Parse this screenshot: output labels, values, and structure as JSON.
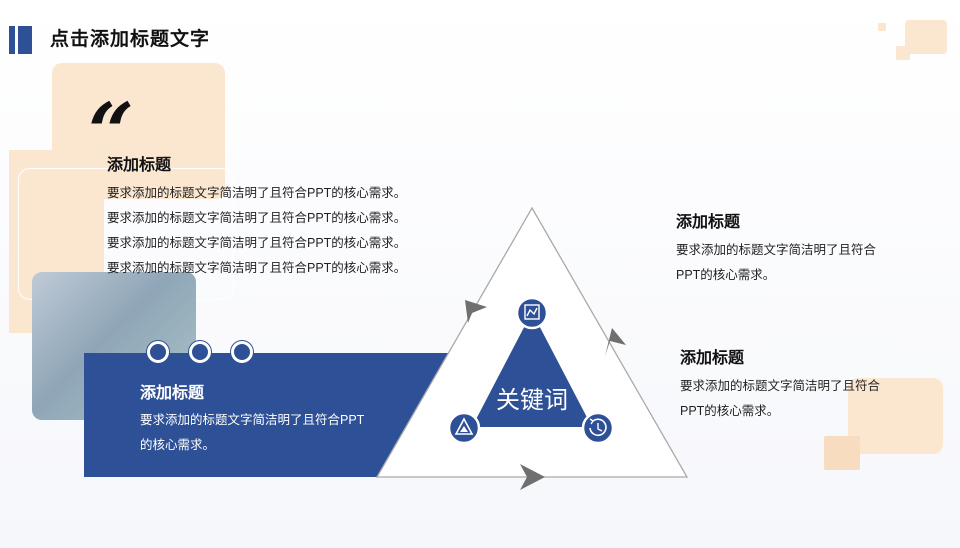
{
  "header": {
    "title": "点击添加标题文字"
  },
  "top_left_block": {
    "heading": "添加标题",
    "lines": [
      "要求添加的标题文字简洁明了且符合PPT的核心需求。",
      "要求添加的标题文字简洁明了且符合PPT的核心需求。",
      "要求添加的标题文字简洁明了且符合PPT的核心需求。",
      "要求添加的标题文字简洁明了且符合PPT的核心需求。"
    ]
  },
  "band_block": {
    "heading": "添加标题",
    "text": "要求添加的标题文字简洁明了且符合PPT的核心需求。"
  },
  "right_block_1": {
    "heading": "添加标题",
    "text": "要求添加的标题文字简洁明了且符合PPT的核心需求。"
  },
  "right_block_2": {
    "heading": "添加标题",
    "text": "要求添加的标题文字简洁明了且符合PPT的核心需求。"
  },
  "diagram": {
    "center_label": "关键词",
    "icons": [
      "chart-icon",
      "recycle-triangle-icon",
      "history-clock-icon"
    ]
  },
  "colors": {
    "primary_blue": "#2e5096",
    "peach": "#fbe7d0",
    "arrow_gray": "#777777",
    "outline_gray": "#a9a9a9"
  }
}
